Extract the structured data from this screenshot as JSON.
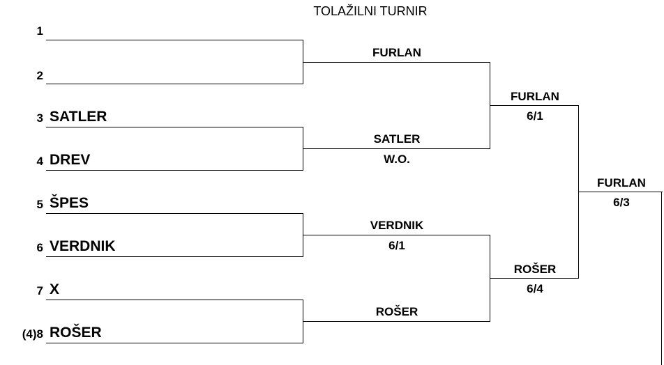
{
  "title": "TOLAŽILNI TURNIR",
  "round1": [
    {
      "seed": "1",
      "name": ""
    },
    {
      "seed": "2",
      "name": ""
    },
    {
      "seed": "3",
      "name": "SATLER"
    },
    {
      "seed": "4",
      "name": "DREV"
    },
    {
      "seed": "5",
      "name": "ŠPES"
    },
    {
      "seed": "6",
      "name": "VERDNIK"
    },
    {
      "seed": "7",
      "name": "X"
    },
    {
      "seed": "(4)8",
      "name": "ROŠER"
    }
  ],
  "round2": [
    {
      "name": "FURLAN",
      "score": ""
    },
    {
      "name": "SATLER",
      "score": "W.O."
    },
    {
      "name": "VERDNIK",
      "score": "6/1"
    },
    {
      "name": "ROŠER",
      "score": ""
    }
  ],
  "round3": [
    {
      "name": "FURLAN",
      "score": "6/1"
    },
    {
      "name": "ROŠER",
      "score": "6/4"
    }
  ],
  "final": {
    "name": "FURLAN",
    "score": "6/3"
  }
}
